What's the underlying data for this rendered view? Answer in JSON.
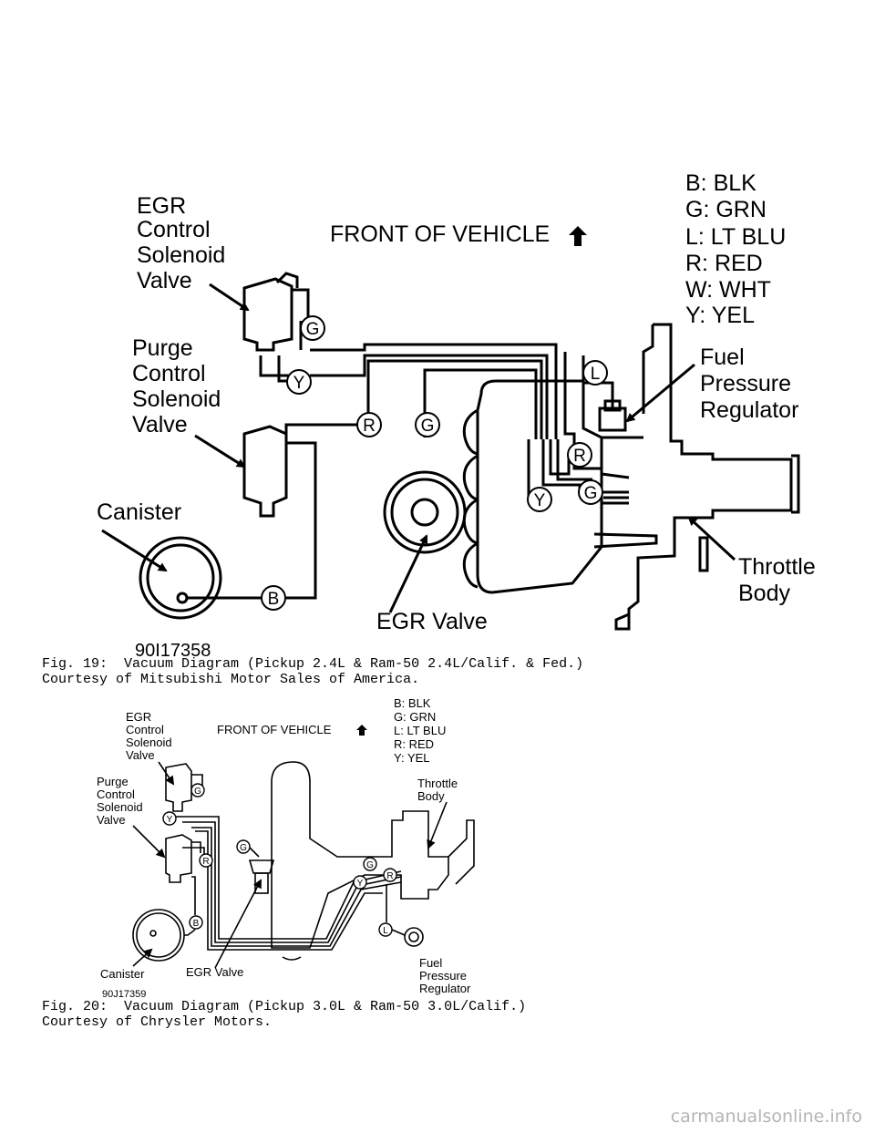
{
  "fig19": {
    "egr_label": [
      "EGR",
      "Control",
      "Solenoid",
      "Valve"
    ],
    "purge_label": [
      "Purge",
      "Control",
      "Solenoid",
      "Valve"
    ],
    "canister_label": "Canister",
    "front_label": "FRONT OF VEHICLE",
    "legend": [
      "B: BLK",
      "G: GRN",
      "L: LT BLU",
      "R: RED",
      "W: WHT",
      "Y: YEL"
    ],
    "fuel_label": [
      "Fuel",
      "Pressure",
      "Regulator"
    ],
    "throttle_label": [
      "Throttle",
      "Body"
    ],
    "egr_valve_label": "EGR Valve",
    "code": "90I17358",
    "tags": [
      "G",
      "Y",
      "R",
      "G",
      "L",
      "R",
      "G",
      "Y",
      "B"
    ],
    "caption_line1": "Fig. 19:  Vacuum Diagram (Pickup 2.4L & Ram-50 2.4L/Calif. & Fed.)",
    "caption_line2": "Courtesy of Mitsubishi Motor Sales of America."
  },
  "fig20": {
    "egr_label": [
      "EGR",
      "Control",
      "Solenoid",
      "Valve"
    ],
    "purge_label": [
      "Purge",
      "Control",
      "Solenoid",
      "Valve"
    ],
    "front_label": "FRONT OF VEHICLE",
    "legend": [
      "B: BLK",
      "G: GRN",
      "L: LT BLU",
      "R: RED",
      "Y: YEL"
    ],
    "throttle_label": [
      "Throttle",
      "Body"
    ],
    "canister_label": "Canister",
    "egr_valve_label": "EGR Valve",
    "fuel_label": [
      "Fuel",
      "Pressure",
      "Regulator"
    ],
    "code": "90J17359",
    "tags": [
      "G",
      "Y",
      "R",
      "G",
      "B",
      "G",
      "R",
      "Y",
      "L"
    ],
    "caption_line1": "Fig. 20:  Vacuum Diagram (Pickup 3.0L & Ram-50 3.0L/Calif.)",
    "caption_line2": "Courtesy of Chrysler Motors."
  },
  "watermark": "carmanualsonline.info"
}
